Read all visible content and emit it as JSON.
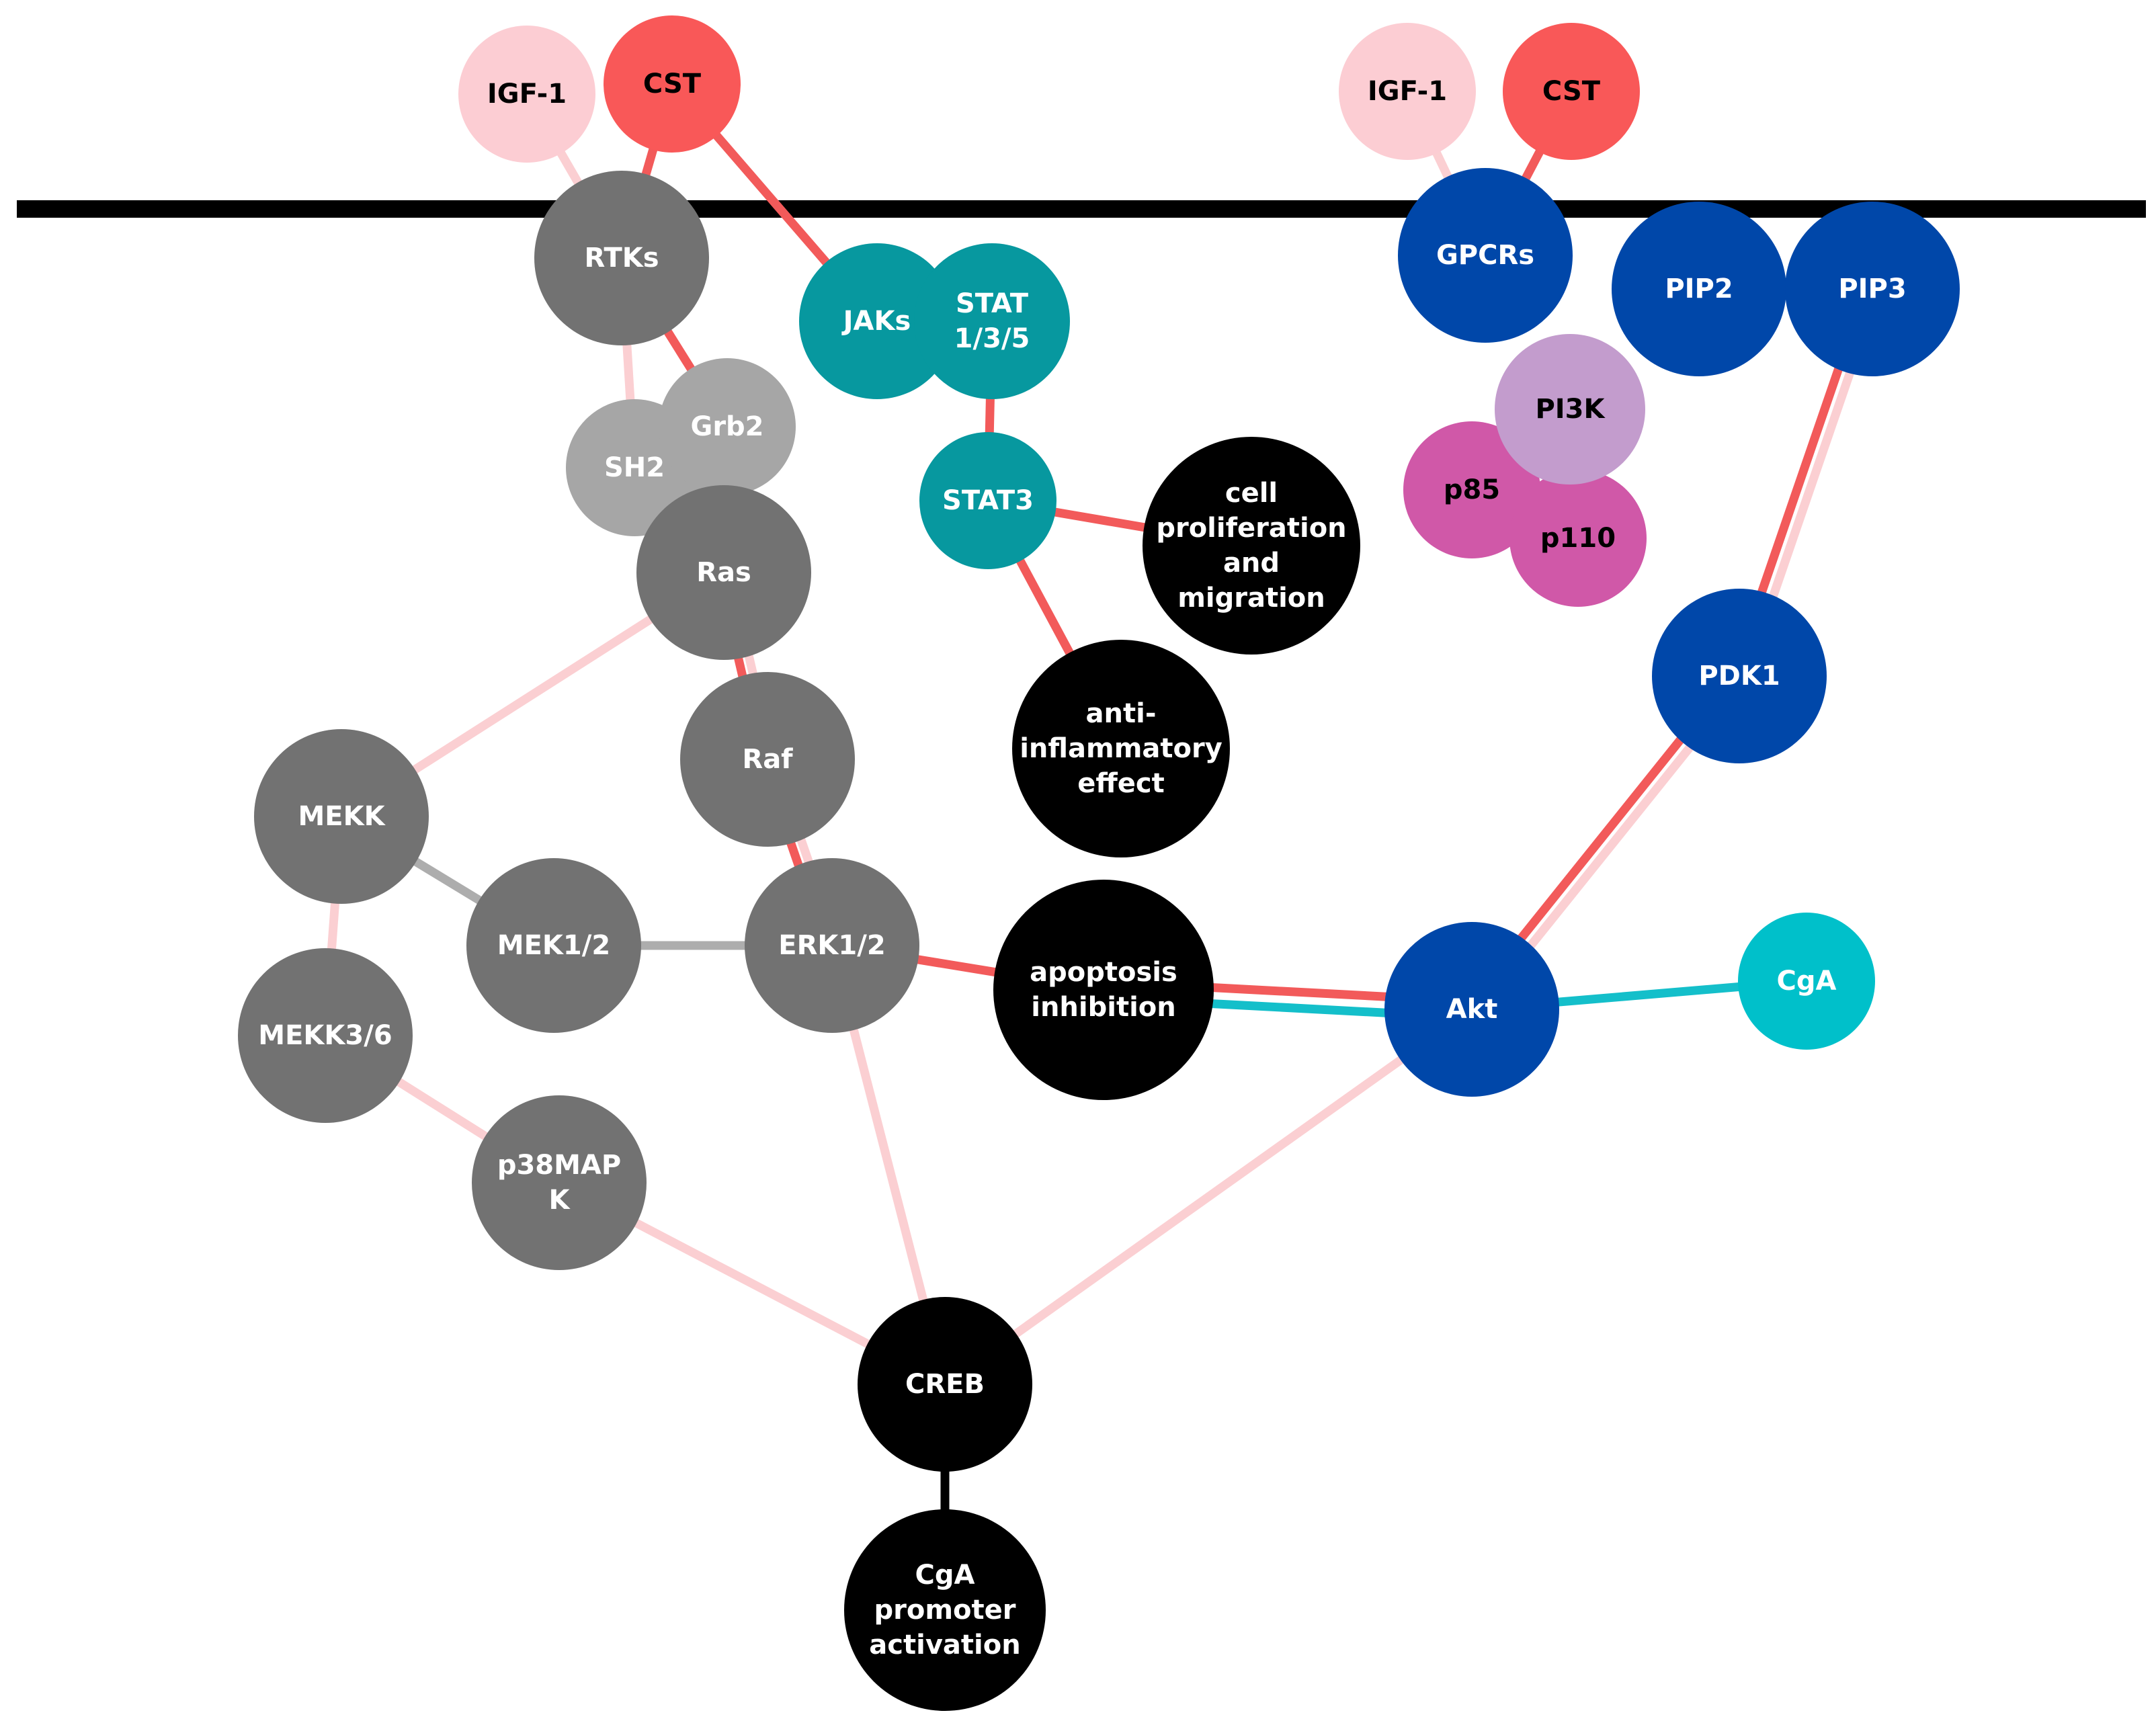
{
  "colors": {
    "membrane": "#000000",
    "link_red": "#f25a5a",
    "link_pink": "#fbcfd2",
    "link_gray": "#adadad",
    "link_teal": "#14bfca",
    "link_black": "#000000",
    "igf1": "#fccdd3",
    "cst": "#f95858",
    "mapk_gray": "#727272",
    "light_gray": "#a6a6a6",
    "teal": "#07989f",
    "navy": "#0047a9",
    "lavender": "#c39ccd",
    "magenta": "#d058a8",
    "cyan": "#00c0ca",
    "black": "#000000"
  },
  "nodes": [
    {
      "id": "igf1_left",
      "lines": [
        "IGF-1"
      ]
    },
    {
      "id": "cst_left",
      "lines": [
        "CST"
      ]
    },
    {
      "id": "rtks",
      "lines": [
        "RTKs"
      ]
    },
    {
      "id": "jaks",
      "lines": [
        "JAKs"
      ]
    },
    {
      "id": "stat135",
      "lines": [
        "STAT",
        "1/3/5"
      ]
    },
    {
      "id": "sh2",
      "lines": [
        "SH2"
      ]
    },
    {
      "id": "grb2",
      "lines": [
        "Grb2"
      ]
    },
    {
      "id": "stat3",
      "lines": [
        "STAT3"
      ]
    },
    {
      "id": "ras",
      "lines": [
        "Ras"
      ]
    },
    {
      "id": "cell_prolif",
      "lines": [
        "cell",
        "proliferation",
        "and",
        "migration"
      ]
    },
    {
      "id": "raf",
      "lines": [
        "Raf"
      ]
    },
    {
      "id": "anti_inflam",
      "lines": [
        "anti-",
        "inflammatory",
        "effect"
      ]
    },
    {
      "id": "mekk",
      "lines": [
        "MEKK"
      ]
    },
    {
      "id": "mek12",
      "lines": [
        "MEK1/2"
      ]
    },
    {
      "id": "erk12",
      "lines": [
        "ERK1/2"
      ]
    },
    {
      "id": "apoptosis",
      "lines": [
        "apoptosis",
        "inhibition"
      ]
    },
    {
      "id": "mekk36",
      "lines": [
        "MEKK3/6"
      ]
    },
    {
      "id": "p38mapk",
      "lines": [
        "p38MAP",
        "K"
      ]
    },
    {
      "id": "creb",
      "lines": [
        "CREB"
      ]
    },
    {
      "id": "cga_promoter",
      "lines": [
        "CgA",
        "promoter",
        "activation"
      ]
    },
    {
      "id": "igf1_right",
      "lines": [
        "IGF-1"
      ]
    },
    {
      "id": "cst_right",
      "lines": [
        "CST"
      ]
    },
    {
      "id": "gpcrs",
      "lines": [
        "GPCRs"
      ]
    },
    {
      "id": "pip2",
      "lines": [
        "PIP2"
      ]
    },
    {
      "id": "pip3",
      "lines": [
        "PIP3"
      ]
    },
    {
      "id": "p85",
      "lines": [
        "p85"
      ]
    },
    {
      "id": "p110",
      "lines": [
        "p110"
      ]
    },
    {
      "id": "pi3k",
      "lines": [
        "PI3K"
      ]
    },
    {
      "id": "pdk1",
      "lines": [
        "PDK1"
      ]
    },
    {
      "id": "akt",
      "lines": [
        "Akt"
      ]
    },
    {
      "id": "cga",
      "lines": [
        "CgA"
      ]
    }
  ],
  "edges": [
    {
      "from": "igf1_left",
      "to": "rtks",
      "color": "link_pink"
    },
    {
      "from": "cst_left",
      "to": "rtks",
      "color": "link_red"
    },
    {
      "from": "cst_left",
      "to": "jaks",
      "color": "link_red"
    },
    {
      "from": "rtks",
      "to": "grb2",
      "color": "link_red"
    },
    {
      "from": "rtks",
      "to": "sh2",
      "color": "link_pink"
    },
    {
      "from": "grb2",
      "to": "ras",
      "color": "link_red"
    },
    {
      "from": "ras",
      "to": "raf",
      "color": "link_red"
    },
    {
      "from": "ras",
      "to": "raf",
      "color": "link_pink"
    },
    {
      "from": "raf",
      "to": "erk12",
      "color": "link_red"
    },
    {
      "from": "raf",
      "to": "erk12",
      "color": "link_pink"
    },
    {
      "from": "ras",
      "to": "mekk",
      "color": "link_pink"
    },
    {
      "from": "mekk",
      "to": "mek12",
      "color": "link_gray"
    },
    {
      "from": "mek12",
      "to": "erk12",
      "color": "link_gray"
    },
    {
      "from": "mekk",
      "to": "mekk36",
      "color": "link_pink"
    },
    {
      "from": "mekk36",
      "to": "p38mapk",
      "color": "link_pink"
    },
    {
      "from": "p38mapk",
      "to": "creb",
      "color": "link_pink"
    },
    {
      "from": "erk12",
      "to": "creb",
      "color": "link_pink"
    },
    {
      "from": "akt",
      "to": "creb",
      "color": "link_pink"
    },
    {
      "from": "creb",
      "to": "cga_promoter",
      "color": "link_black"
    },
    {
      "from": "erk12",
      "to": "apoptosis",
      "color": "link_red"
    },
    {
      "from": "stat135",
      "to": "stat3",
      "color": "link_red"
    },
    {
      "from": "stat3",
      "to": "cell_prolif",
      "color": "link_red"
    },
    {
      "from": "stat3",
      "to": "anti_inflam",
      "color": "link_red"
    },
    {
      "from": "igf1_right",
      "to": "gpcrs",
      "color": "link_pink"
    },
    {
      "from": "cst_right",
      "to": "gpcrs",
      "color": "link_red"
    },
    {
      "from": "pip3",
      "to": "pdk1",
      "color": "link_pink"
    },
    {
      "from": "pip3",
      "to": "pdk1",
      "color": "link_red"
    },
    {
      "from": "pdk1",
      "to": "akt",
      "color": "link_pink"
    },
    {
      "from": "pdk1",
      "to": "akt",
      "color": "link_red"
    },
    {
      "from": "apoptosis",
      "to": "akt",
      "color": "link_red"
    },
    {
      "from": "apoptosis",
      "to": "akt",
      "color": "link_teal"
    },
    {
      "from": "akt",
      "to": "cga",
      "color": "link_teal"
    }
  ]
}
